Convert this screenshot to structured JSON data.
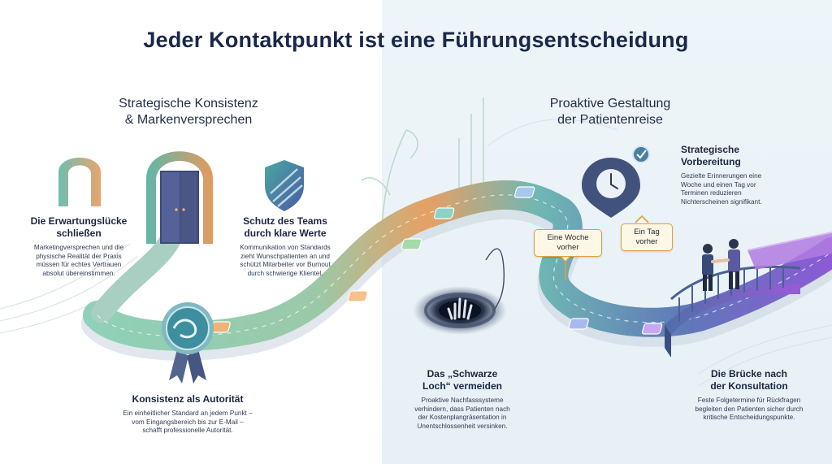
{
  "title": "Jeder Kontaktpunkt ist eine Führungsentscheidung",
  "left_section": {
    "title_line1": "Strategische Konsistenz",
    "title_line2": "& Markenversprechen"
  },
  "right_section": {
    "title_line1": "Proaktive Gestaltung",
    "title_line2": "der Patientenreise"
  },
  "blocks": {
    "expectation_gap": {
      "heading": [
        "Die Erwartungslücke",
        "schließen"
      ],
      "text": [
        "Marketingversprechen und die",
        "physische Realität der Praxis",
        "müssen für echtes Vertrauen",
        "absolut übereinstimmen."
      ]
    },
    "team_protection": {
      "heading": [
        "Schutz des Teams",
        "durch klare Werte"
      ],
      "text": [
        "Kommunikation von Standards",
        "zieht Wunschpatienten an und",
        "schützt Mitarbeiter vor Burnout",
        "durch schwierige Klientel."
      ]
    },
    "consistency": {
      "heading": [
        "Konsistenz als Autorität"
      ],
      "text": [
        "Ein einheitlicher Standard an jedem Punkt –",
        "vom Eingangsbereich bis zur E-Mail –",
        "schafft professionelle Autorität."
      ]
    },
    "black_hole": {
      "heading": [
        "Das „Schwarze",
        "Loch“ vermeiden"
      ],
      "text": [
        "Proaktive Nachfasssysteme",
        "verhindern, dass Patienten nach",
        "der Kostenplangräsentation in",
        "Unentschlossenheit versinken."
      ]
    },
    "preparation": {
      "heading": [
        "Strategische",
        "Vorbereitung"
      ],
      "text": [
        "Gezielte Erinnerungen eine",
        "Woche und einen Tag vor",
        "Terminen reduzieren",
        "Nichterscheinen signifikant."
      ]
    },
    "bridge": {
      "heading": [
        "Die Brücke nach",
        "der Konsultation"
      ],
      "text": [
        "Feste Folgetermine für Rückfragen",
        "begleiten den Patienten sicher durch",
        "kritische Entscheidungspunkte."
      ]
    }
  },
  "bubbles": {
    "week": [
      "Eine Woche",
      "vorher"
    ],
    "day": [
      "Ein Tag",
      "vorher"
    ]
  },
  "colors": {
    "title": "#1a2848",
    "path_start": "#7fc7b0",
    "path_mid": "#e89a5a",
    "path_end": "#8a5ad8",
    "bubble_border": "#e0a03c"
  },
  "icons": [
    "arch-outline-icon",
    "door-arch-icon",
    "shield-icon",
    "rosette-badge-icon",
    "clock-icon",
    "check-badge-icon",
    "vortex-hand-icon",
    "bridge-handshake-icon"
  ]
}
